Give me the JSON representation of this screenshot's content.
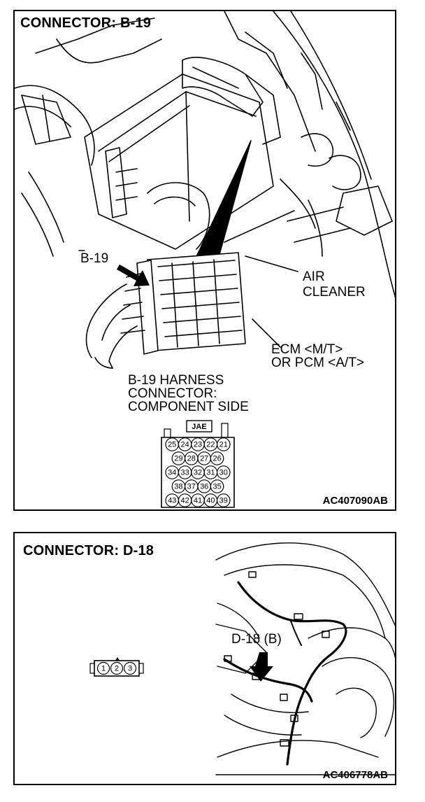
{
  "panel1": {
    "title": "CONNECTOR: B-19",
    "labels": {
      "b19": "B-19",
      "air_cleaner_1": "AIR",
      "air_cleaner_2": "CLEANER",
      "ecm_1": "ECM <M/T>",
      "ecm_2": "OR PCM <A/T>",
      "harness_1": "B-19 HARNESS",
      "harness_2": "CONNECTOR:",
      "harness_3": "COMPONENT SIDE"
    },
    "connector_tag": "JAE",
    "pin_rows": [
      [
        "25",
        "24",
        "23",
        "22",
        "21"
      ],
      [
        "29",
        "28",
        "27",
        "26"
      ],
      [
        "34",
        "33",
        "32",
        "31",
        "30"
      ],
      [
        "38",
        "37",
        "36",
        "35"
      ],
      [
        "43",
        "42",
        "41",
        "40",
        "39"
      ]
    ],
    "code": "AC407090AB"
  },
  "panel2": {
    "title": "CONNECTOR: D-18",
    "label_d18": "D-18 (B)",
    "pins": [
      "1",
      "2",
      "3"
    ],
    "code": "AC406778AB"
  }
}
